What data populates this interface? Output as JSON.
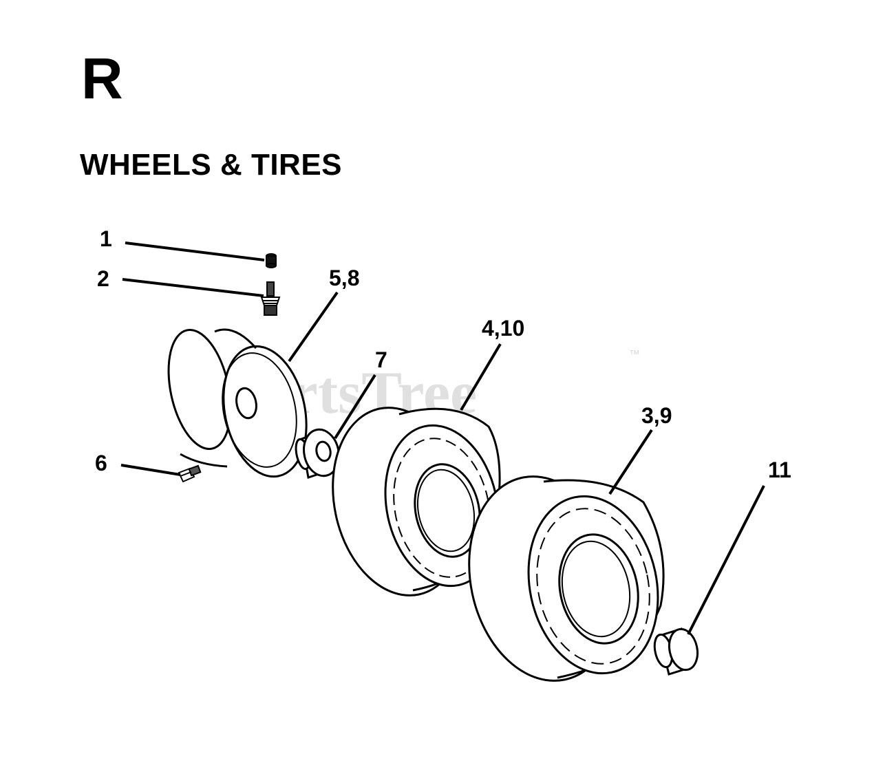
{
  "page": {
    "section_letter": "R",
    "section_title": "WHEELS & TIRES"
  },
  "watermark": {
    "text": "PartsTree",
    "trademark": "™"
  },
  "callouts": {
    "valve_cap": "1",
    "valve_stem": "2",
    "rim": "5,8",
    "bushing": "7",
    "front_tire": "4,10",
    "rear_tire": "3,9",
    "grease_fitting": "6",
    "hub_cap": "11"
  },
  "colors": {
    "line": "#000000",
    "background": "#ffffff",
    "watermark": "#c8c8c8"
  }
}
